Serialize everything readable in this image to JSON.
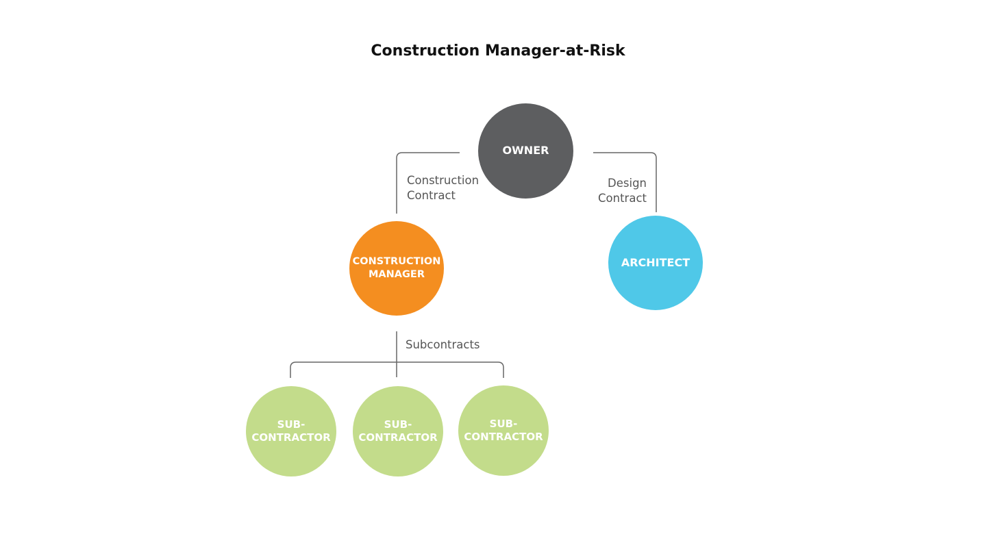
{
  "title": "Construction Manager-at-Risk",
  "colors": {
    "owner": "#5d5e60",
    "construction_manager": "#f48e20",
    "architect": "#4fc8e8",
    "subcontractor": "#c3dc8b",
    "connector": "#666666"
  },
  "nodes": {
    "owner": {
      "label": "OWNER"
    },
    "construction_manager": {
      "line1": "CONSTRUCTION",
      "line2": "MANAGER"
    },
    "architect": {
      "label": "ARCHITECT"
    },
    "subcontractors": [
      {
        "line1": "SUB-",
        "line2": "CONTRACTOR"
      },
      {
        "line1": "SUB-",
        "line2": "CONTRACTOR"
      },
      {
        "line1": "SUB-",
        "line2": "CONTRACTOR"
      }
    ]
  },
  "edge_labels": {
    "construction_contract": {
      "line1": "Construction",
      "line2": "Contract"
    },
    "design_contract": {
      "line1": "Design",
      "line2": "Contract"
    },
    "subcontracts": "Subcontracts"
  }
}
